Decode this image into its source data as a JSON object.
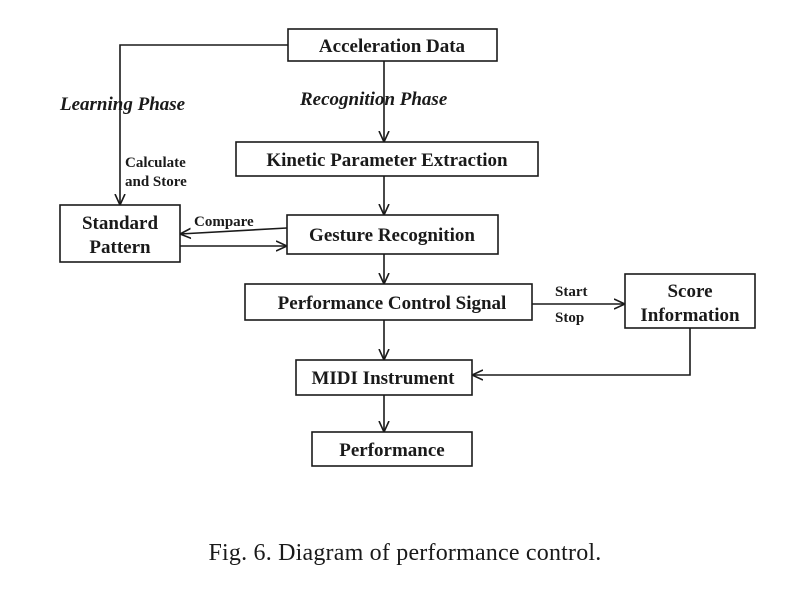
{
  "nodes": {
    "acceleration_data": "Acceleration Data",
    "kinetic_parameter_extraction": "Kinetic Parameter Extraction",
    "standard_pattern_line1": "Standard",
    "standard_pattern_line2": "Pattern",
    "gesture_recognition": "Gesture Recognition",
    "performance_control_signal": "Performance Control Signal",
    "score_information_line1": "Score",
    "score_information_line2": "Information",
    "midi_instrument": "MIDI Instrument",
    "performance": "Performance"
  },
  "labels": {
    "learning_phase": "Learning Phase",
    "recognition_phase": "Recognition Phase",
    "calculate_line1": "Calculate",
    "calculate_line2": "and Store",
    "compare": "Compare",
    "start": "Start",
    "stop": "Stop"
  },
  "caption": "Fig. 6.   Diagram of performance control."
}
